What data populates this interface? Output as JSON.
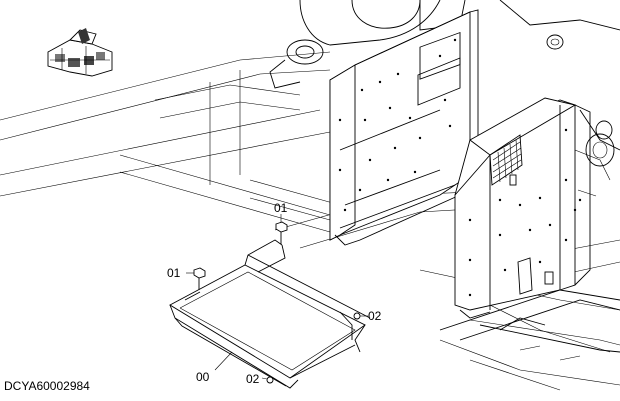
{
  "drawing_code": "DCYA60002984",
  "callouts": {
    "c01_top": "01",
    "c01_left": "01",
    "c02_right": "02",
    "c02_bottom": "02",
    "c00": "00"
  },
  "icons": [
    "machine-location-icon"
  ]
}
